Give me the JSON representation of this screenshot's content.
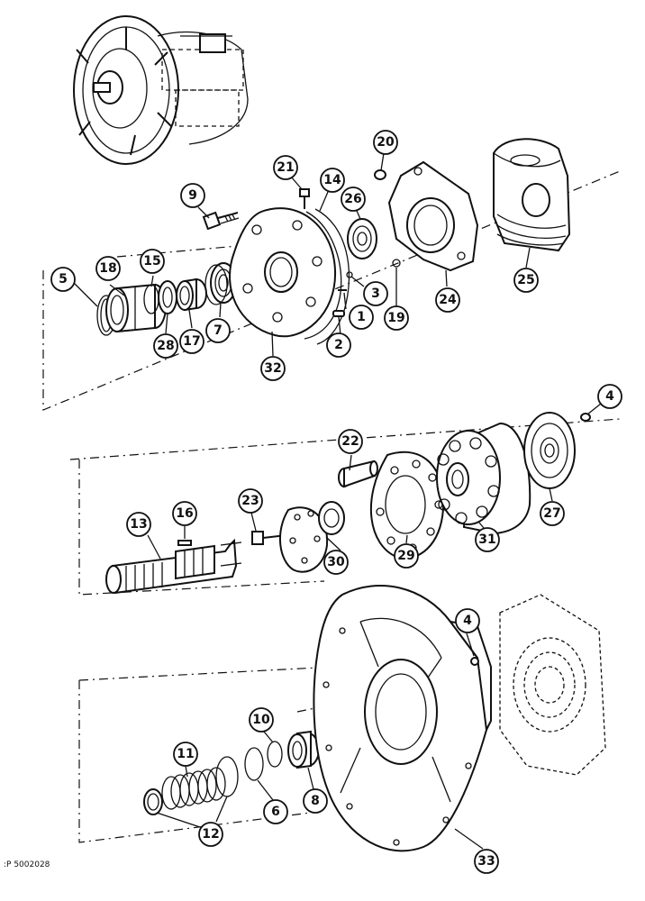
{
  "figure_ref": ":P 5002028",
  "callouts": [
    {
      "id": "c1",
      "label": "1"
    },
    {
      "id": "c2",
      "label": "2"
    },
    {
      "id": "c3",
      "label": "3"
    },
    {
      "id": "c4a",
      "label": "4"
    },
    {
      "id": "c4b",
      "label": "4"
    },
    {
      "id": "c5",
      "label": "5"
    },
    {
      "id": "c6",
      "label": "6"
    },
    {
      "id": "c7",
      "label": "7"
    },
    {
      "id": "c8",
      "label": "8"
    },
    {
      "id": "c9",
      "label": "9"
    },
    {
      "id": "c10",
      "label": "10"
    },
    {
      "id": "c11",
      "label": "11"
    },
    {
      "id": "c12",
      "label": "12"
    },
    {
      "id": "c13",
      "label": "13"
    },
    {
      "id": "c14",
      "label": "14"
    },
    {
      "id": "c15",
      "label": "15"
    },
    {
      "id": "c16",
      "label": "16"
    },
    {
      "id": "c17",
      "label": "17"
    },
    {
      "id": "c18",
      "label": "18"
    },
    {
      "id": "c19",
      "label": "19"
    },
    {
      "id": "c20",
      "label": "20"
    },
    {
      "id": "c21",
      "label": "21"
    },
    {
      "id": "c22",
      "label": "22"
    },
    {
      "id": "c23",
      "label": "23"
    },
    {
      "id": "c24",
      "label": "24"
    },
    {
      "id": "c25",
      "label": "25"
    },
    {
      "id": "c26",
      "label": "26"
    },
    {
      "id": "c27",
      "label": "27"
    },
    {
      "id": "c28",
      "label": "28"
    },
    {
      "id": "c29",
      "label": "29"
    },
    {
      "id": "c30",
      "label": "30"
    },
    {
      "id": "c31",
      "label": "31"
    },
    {
      "id": "c32",
      "label": "32"
    },
    {
      "id": "c33",
      "label": "33"
    }
  ]
}
